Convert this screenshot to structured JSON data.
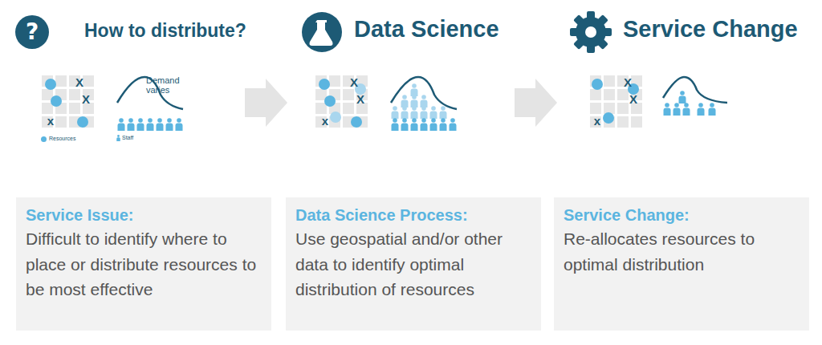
{
  "diagram": {
    "nodes": [
      {
        "text": [
          "?"
        ]
      },
      {
        "text": [
          "Service Issue:",
          "Difficult to identify where to place or distribute resources to be most effective"
        ]
      },
      {
        "text": [
          "Data Science Process:",
          "Use geospatial and/or other data to identify optimal distribution of resources"
        ]
      },
      {
        "text": [
          "Service Change:",
          "Re-allocates resources to optimal distribution"
        ]
      }
    ],
    "labels": [
      "How to distribute?",
      "Data Science",
      "Service Change",
      "Demand varies",
      "X",
      "X",
      "x",
      "X",
      "X",
      "x",
      "X",
      "X",
      "x"
    ],
    "legend": [
      {
        "text": "Resources",
        "color": "#5bb5e0"
      },
      {
        "text": "Staff"
      }
    ]
  }
}
